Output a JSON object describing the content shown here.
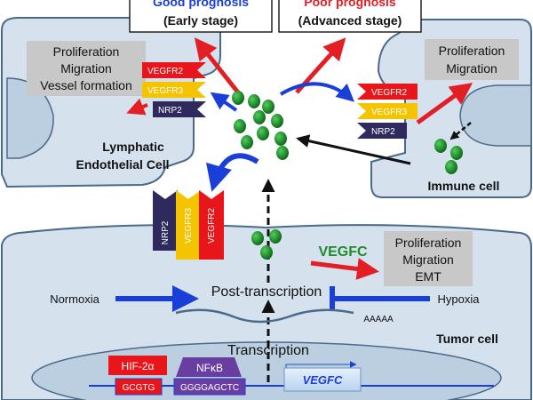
{
  "header": {
    "good": {
      "title": "Good prognosis",
      "subtitle": "(Early stage)"
    },
    "poor": {
      "title": "Poor prognosis",
      "subtitle": "(Advanced stage)"
    }
  },
  "lymphatic_cell": {
    "label_line1": "Lymphatic",
    "label_line2": "Endothelial Cell",
    "effects": [
      "Proliferation",
      "Migration",
      "Vessel formation"
    ]
  },
  "immune_cell": {
    "label": "Immune cell",
    "effects": [
      "Proliferation",
      "Migration"
    ]
  },
  "tumor_cell": {
    "label": "Tumor cell",
    "effects": [
      "Proliferation",
      "Migration",
      "EMT"
    ],
    "vegfc_label": "VEGFC",
    "post_transcription": "Post-transcription",
    "transcription": "Transcription",
    "normoxia": "Normoxia",
    "hypoxia": "Hypoxia",
    "polya": "AAAAA"
  },
  "nucleus": {
    "hif_label": "HIF-2α",
    "hif_site": "GCGTG",
    "nfkb_label": "NFκB",
    "nfkb_site": "GGGGAGCTC",
    "gene_label": "VEGFC"
  },
  "receptors": {
    "vegfr2": "VEGFR2",
    "vegfr3": "VEGFR3",
    "nrp2": "NRP2"
  },
  "colors": {
    "vegfr2": "#e8161b",
    "vegfr3": "#f5c400",
    "nrp2": "#2e2a5e",
    "ligand": "#1f8a2a",
    "activation_red": "#e31e24",
    "flow_blue": "#1a3ed8",
    "cell_fill": "#d5e2ee",
    "cell_stroke": "#4a6a8c"
  }
}
